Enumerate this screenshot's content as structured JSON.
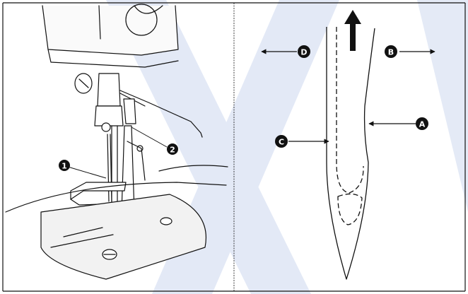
{
  "callouts": {
    "left_1": "1",
    "left_2": "2",
    "right_A": "A",
    "right_B": "B",
    "right_C": "C",
    "right_D": "D"
  },
  "colors": {
    "ink": "#111111",
    "watermark": "#dfe6f5",
    "plate": "#f2f2f2"
  }
}
